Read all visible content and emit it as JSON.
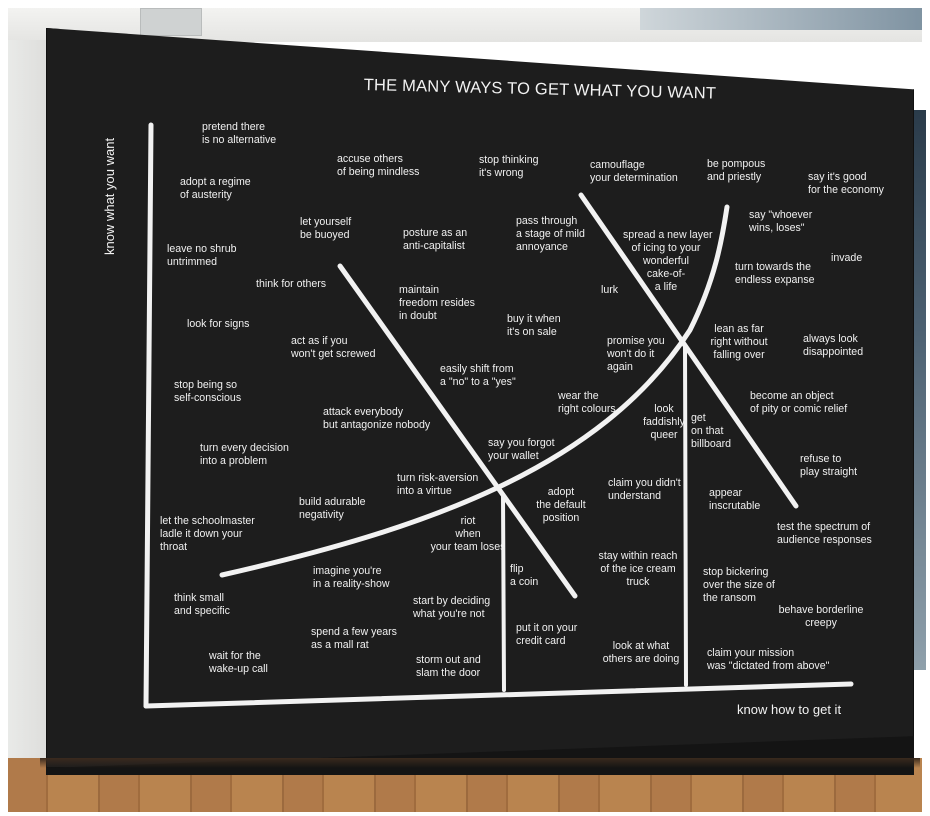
{
  "title": "THE MANY WAYS TO GET WHAT YOU WANT",
  "y_axis_label": "know what you want",
  "x_axis_label": "know how to get it",
  "phrases": [
    "pretend there\nis no alternative",
    "adopt a regime\nof austerity",
    "leave no shrub\nuntrimmed",
    "accuse others\nof being mindless",
    "stop thinking\nit's wrong",
    "camouflage\nyour determination",
    "be pompous\nand priestly",
    "say it's good\nfor the economy",
    "let yourself\nbe buoyed",
    "posture as an\nanti-capitalist",
    "pass through\na stage of mild\nannoyance",
    "spread a new layer\nof icing to your\nwonderful\ncake-of-\na life",
    "say \"whoever\nwins, loses\"",
    "invade",
    "think for others",
    "maintain\nfreedom resides\nin doubt",
    "lurk",
    "turn towards the\nendless expanse",
    "look for signs",
    "buy it when\nit's on sale",
    "act as if you\nwon't get screwed",
    "promise you\nwon't do it\nagain",
    "lean as far\nright without\nfalling over",
    "always look\ndisappointed",
    "stop being so\nself-conscious",
    "easily shift from\na \"no\" to a \"yes\"",
    "wear the\nright colours",
    "become an object\nof pity or comic relief",
    "attack everybody\nbut antagonize nobody",
    "look\nfaddishly\nqueer",
    "get\non that\nbillboard",
    "turn every decision\ninto a problem",
    "say you forgot\nyour wallet",
    "refuse to\nplay straight",
    "turn risk-aversion\ninto a virtue",
    "claim you didn't\nunderstand",
    "build adurable\nnegativity",
    "adopt\nthe default\nposition",
    "appear\ninscrutable",
    "let the schoolmaster\nladle it down your\nthroat",
    "riot\nwhen\nyour team loses",
    "test the spectrum of\naudience responses",
    "imagine you're\nin a reality-show",
    "stay within reach\nof the ice cream\ntruck",
    "flip\na coin",
    "stop bickering\nover the size of\nthe ransom",
    "think small\nand specific",
    "start by deciding\nwhat you're not",
    "behave borderline\ncreepy",
    "spend a few years\nas a mall rat",
    "put it on your\ncredit card",
    "look at what\nothers are doing",
    "wait for the\nwake-up call",
    "storm out and\nslam the door",
    "claim your mission\nwas \"dictated from above\""
  ]
}
